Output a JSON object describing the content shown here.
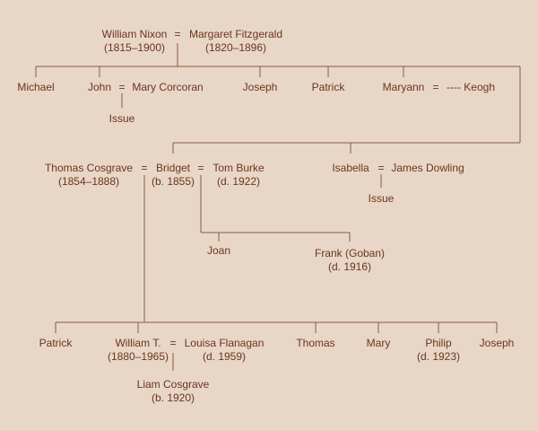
{
  "gen1": {
    "william_nixon": "William Nixon",
    "william_nixon_dates": "(1815–1900)",
    "eq": "=",
    "margaret_fitzgerald": "Margaret Fitzgerald",
    "margaret_fitzgerald_dates": "(1820–1896)"
  },
  "gen2": {
    "michael": "Michael",
    "john": "John",
    "eq1": "=",
    "mary_corcoran": "Mary Corcoran",
    "issue1": "Issue",
    "joseph": "Joseph",
    "patrick": "Patrick",
    "maryann": "Maryann",
    "eq2": "=",
    "keogh": "---- Keogh",
    "thomas_cosgrave": "Thomas Cosgrave",
    "thomas_cosgrave_dates": "(1854–1888)",
    "eq3": "=",
    "bridget": "Bridget",
    "bridget_dates": "(b. 1855)",
    "eq4": "=",
    "tom_burke": "Tom Burke",
    "tom_burke_dates": "(d. 1922)",
    "isabella": "Isabella",
    "eq5": "=",
    "james_dowling": "James Dowling",
    "issue2": "Issue"
  },
  "gen3": {
    "joan": "Joan",
    "frank": "Frank (Goban)",
    "frank_dates": "(d. 1916)",
    "patrick": "Patrick",
    "william_t": "William T.",
    "william_t_dates": "(1880–1965)",
    "eq": "=",
    "louisa_flanagan": "Louisa Flanagan",
    "louisa_flanagan_dates": "(d. 1959)",
    "thomas": "Thomas",
    "mary": "Mary",
    "philip": "Philip",
    "philip_dates": "(d. 1923)",
    "joseph": "Joseph"
  },
  "gen4": {
    "liam_cosgrave": "Liam Cosgrave",
    "liam_cosgrave_dates": "(b. 1920)"
  },
  "colors": {
    "background": "#e8d7c6",
    "text": "#6b3420",
    "line": "#8a5a40"
  }
}
